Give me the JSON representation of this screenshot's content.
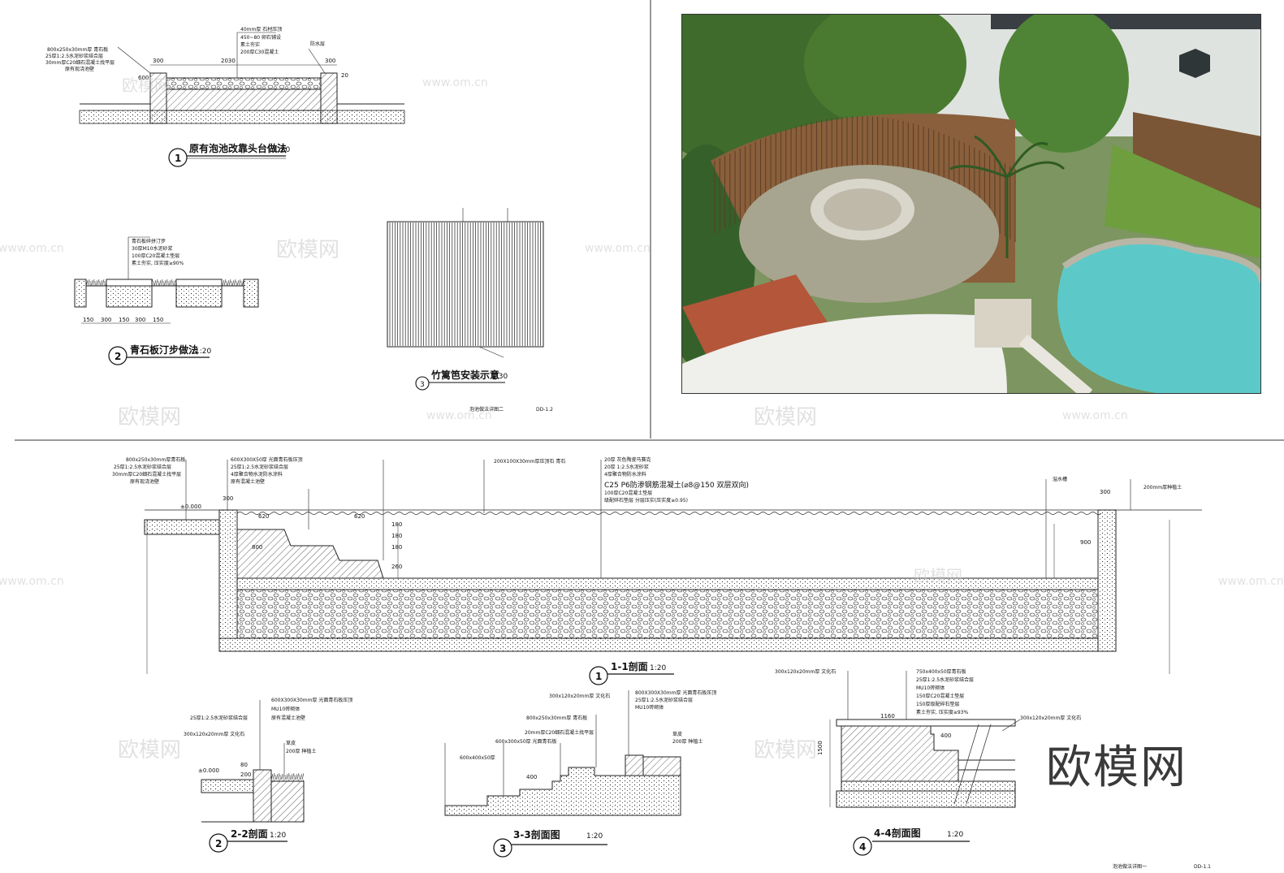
{
  "watermark": {
    "brand": "欧模网",
    "url": "www.om.cn"
  },
  "logo_text": "欧模网",
  "top_left": {
    "detail1": {
      "number": "1",
      "title": "原有泡池改靠头台做法",
      "scale": "1:20",
      "notes": [
        "800x250x30mm厚 青石板",
        "25厚1:2.5水泥砂浆结合层",
        "30mm厚C20细石混凝土找平层",
        "原有现浇池壁",
        "40mm厚 石材压顶",
        "450~80 卵石铺设",
        "素土夯实",
        "200厚C30混凝土",
        "防水层"
      ],
      "dims": [
        "300",
        "2030",
        "300",
        "20",
        "600"
      ]
    },
    "detail2": {
      "number": "2",
      "title": "青石板汀步做法",
      "scale": "1:20",
      "notes": [
        "青石板碎拼汀步",
        "30厚M10水泥砂浆",
        "100厚C20混凝土垫层",
        "素土夯实, 压实度≥90%"
      ],
      "dims": [
        "150",
        "300",
        "150",
        "300",
        "150"
      ]
    },
    "detail3": {
      "number": "3",
      "title": "竹篱笆安装示意",
      "scale": "1:30"
    },
    "sheet_title": "泡池做法详图二",
    "sheet_no": "DD-1.2"
  },
  "bottom": {
    "section1": {
      "number": "1",
      "title": "1-1剖面",
      "scale": "1:20",
      "notes_left": [
        "800x250x30mm厚青石板",
        "25厚1:2.5水泥砂浆结合层",
        "30mm厚C20细石混凝土找平层",
        "原有现浇池壁"
      ],
      "notes_mid": [
        "600X300X50厚 光面青石板压顶",
        "25厚1:2.5水泥砂浆结合层",
        "4厚聚合物水泥防水涂料",
        "原有混凝土池壁"
      ],
      "note_pipe": "200X100X30mm厚压顶石 青石",
      "note_center": [
        "20厚 灰色陶瓷马赛克",
        "20厚 1:2.5水泥砂浆",
        "4厚聚合物防水涂料",
        "C25 P6防渗钢筋混凝土(⌀8@150 双层双向)",
        "100厚C20混凝土垫层",
        "级配碎石垫层 分层压实(压实度≥0.95)"
      ],
      "note_right": [
        "溢水槽",
        "200mm厚种植土"
      ],
      "elevation": "±0.000",
      "dims": [
        "300",
        "620",
        "620",
        "800",
        "180",
        "180",
        "180",
        "260",
        "900",
        "300"
      ]
    },
    "section2": {
      "number": "2",
      "title": "2-2剖面",
      "scale": "1:20",
      "notes": [
        "600X300X30mm厚 光面青石板压顶",
        "25厚1:2.5水泥砂浆结合层",
        "MU10砖砌体",
        "原有混凝土池壁",
        "300x120x20mm厚 文化石",
        "草皮",
        "200厚 种植土"
      ],
      "elevation": "±0.000",
      "dims": [
        "80",
        "200"
      ]
    },
    "section3": {
      "number": "3",
      "title": "3-3剖面图",
      "scale": "1:20",
      "notes": [
        "300x120x20mm厚 文化石",
        "800X300X30mm厚 光面青石板压顶",
        "25厚1:2.5水泥砂浆结合层",
        "MU10砖砌体",
        "800x250x30mm厚 青石板",
        "20mm厚C20细石混凝土找平层",
        "600x300x50厚 光面青石板",
        "600x400x50厚",
        "草皮",
        "200厚 种植土"
      ],
      "dims": [
        "400"
      ]
    },
    "section4": {
      "number": "4",
      "title": "4-4剖面图",
      "scale": "1:20",
      "notes": [
        "300x120x20mm厚 文化石",
        "750x400x50厚青石板",
        "25厚1:2.5水泥砂浆结合层",
        "MU10砖砌体",
        "150厚C20混凝土垫层",
        "150厚级配碎石垫层",
        "素土夯实, 压实度≥93%"
      ],
      "dims": [
        "1160",
        "400",
        "1500"
      ]
    },
    "sheet_title": "泡池做法详图一",
    "sheet_no": "DD-1.1"
  }
}
